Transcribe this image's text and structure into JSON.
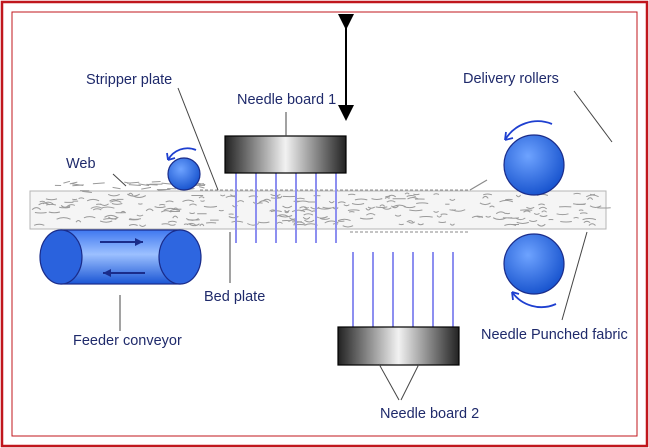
{
  "labels": {
    "stripper_plate": "Stripper plate",
    "needle_board_1": "Needle board 1",
    "delivery_rollers": "Delivery rollers",
    "web": "Web",
    "bed_plate": "Bed plate",
    "feeder_conveyor": "Feeder conveyor",
    "needle_punched_fabric": "Needle Punched fabric",
    "needle_board_2": "Needle board 2"
  },
  "colors": {
    "frame": "#c0171d",
    "label_text": "#1f2a6b",
    "roller_blue": "#1659d6",
    "needle": "#8d8ff0",
    "web_fibre": "#9a9a9a",
    "arrow_blue": "#1e3fd0"
  },
  "needles": {
    "board_1_count": 6,
    "board_2_count": 6
  }
}
